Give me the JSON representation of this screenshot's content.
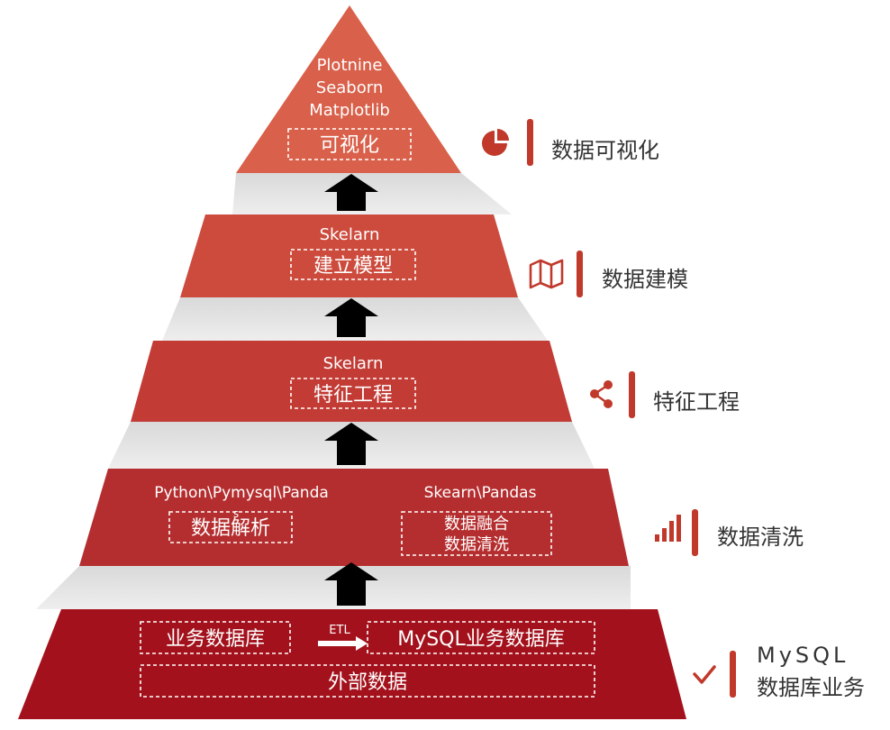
{
  "colors": {
    "tier1": "#d9604a",
    "tier2": "#cc4b3d",
    "tier3": "#c23b35",
    "tier4": "#b52e2f",
    "tier5": "#a3121c",
    "accent": "#c0392b"
  },
  "tiers": [
    {
      "libraries": [
        "Plotnine",
        "Seaborn",
        "Matplotlib"
      ],
      "box_label": "可视化",
      "side_icon": "pie-chart-icon",
      "side_label": "数据可视化"
    },
    {
      "libraries": [
        "Skelarn"
      ],
      "box_label": "建立模型",
      "side_icon": "map-icon",
      "side_label": "数据建模"
    },
    {
      "libraries": [
        "Skelarn"
      ],
      "box_label": "特征工程",
      "side_icon": "share-icon",
      "side_label": "特征工程"
    },
    {
      "left_library": "Python\\Pymysql\\Panda",
      "left_library_overflow": "s",
      "left_box": "数据解析",
      "right_library": "Skearn\\Pandas",
      "right_box_lines": [
        "数据融合",
        "数据清洗"
      ],
      "side_icon": "bar-chart-icon",
      "side_label": "数据清洗"
    },
    {
      "left_box": "业务数据库",
      "etl_label": "ETL",
      "right_box": "MySQL业务数据库",
      "bottom_box": "外部数据",
      "side_icon": "check-icon",
      "side_label_lines": [
        "MySQL",
        "数据库业务"
      ]
    }
  ]
}
